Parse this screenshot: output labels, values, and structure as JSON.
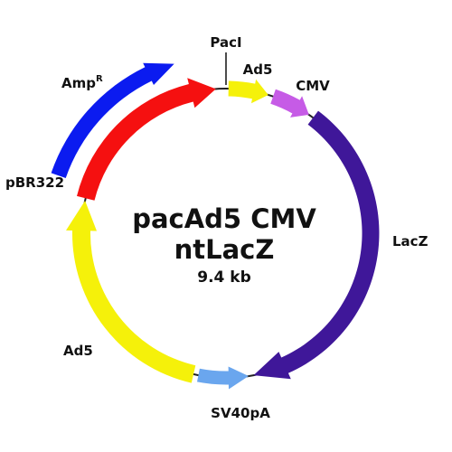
{
  "plasmid": {
    "name_line1": "pacAd5 CMV",
    "name_line2": "ntLacZ",
    "size": "9.4 kb"
  },
  "features": [
    {
      "id": "ad5-right",
      "label": "Ad5",
      "color": "#f5f10a"
    },
    {
      "id": "cmv",
      "label": "CMV",
      "color": "#c65be6"
    },
    {
      "id": "lacz",
      "label": "LacZ",
      "color": "#3f1799"
    },
    {
      "id": "sv40pa",
      "label": "SV40pA",
      "color": "#6aa6ee"
    },
    {
      "id": "ad5-left",
      "label": "Ad5",
      "color": "#f5f10a"
    },
    {
      "id": "pbr322",
      "label": "pBR322",
      "color": "#f51010"
    },
    {
      "id": "ampr",
      "label": "Amp",
      "label_sup": "R",
      "color": "#0b1bf0"
    }
  ],
  "sites": [
    {
      "id": "paci",
      "label": "PacI"
    }
  ]
}
